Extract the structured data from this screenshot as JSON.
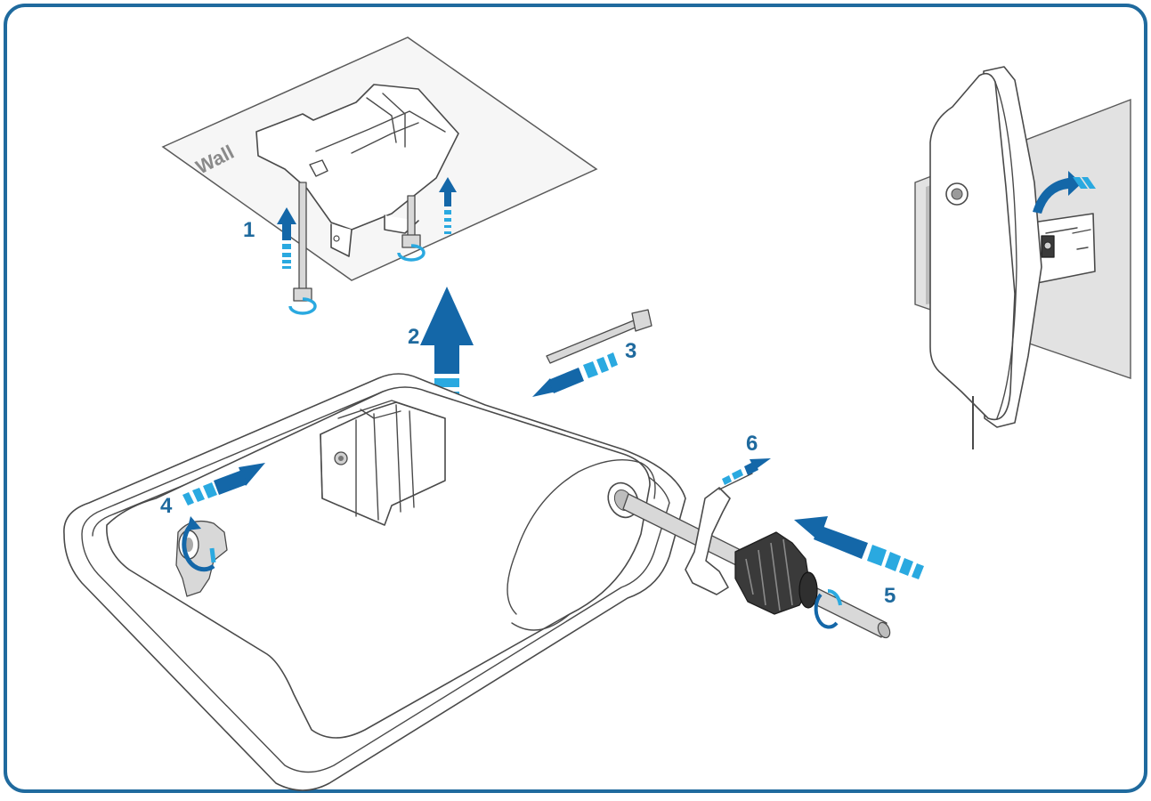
{
  "labels": {
    "wall": "Wall",
    "step1": "1",
    "step2": "2",
    "step3": "3",
    "step4": "4",
    "step5": "5",
    "step6": "6"
  },
  "colors": {
    "frame": "#1f6a9e",
    "arrow_dark": "#1467a8",
    "arrow_light": "#2aa9e0",
    "label": "#1f6a9e"
  },
  "icons": [
    "up-arrow-icon",
    "rotate-arrow-icon",
    "curved-arrow-icon"
  ]
}
